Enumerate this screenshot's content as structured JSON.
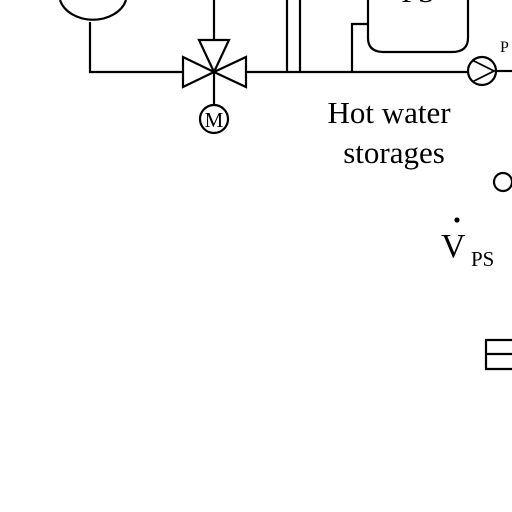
{
  "labels": {
    "storage_tank": "PS",
    "pump_short": "P",
    "motor": "M",
    "hot_water_line1": "Hot water",
    "hot_water_line2": "storages",
    "flow_symbol": "V",
    "flow_subscript": "PS"
  }
}
